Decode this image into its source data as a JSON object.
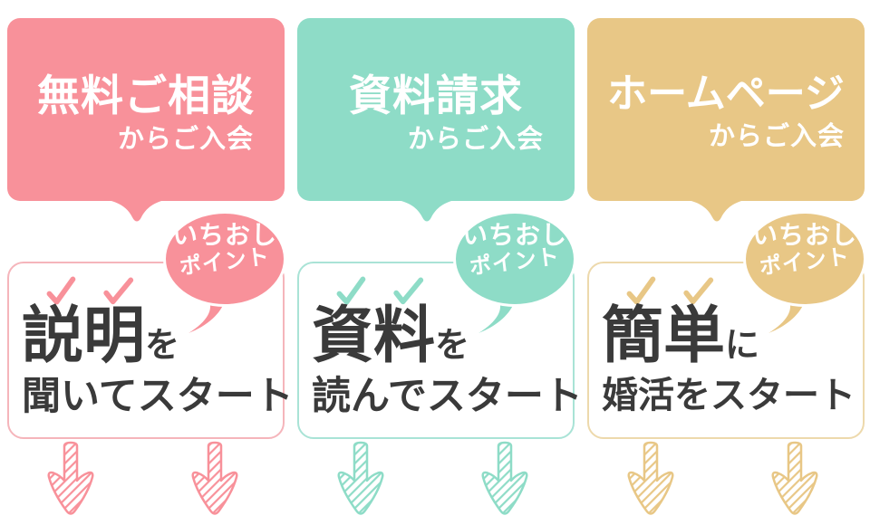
{
  "page": {
    "background": "#ffffff",
    "ink": "#3a3a3a"
  },
  "icons": {
    "check": "check-icon",
    "arrow_down": "arrow-down-icon",
    "speech_tail": "speech-tail-icon"
  },
  "columns": [
    {
      "id": "free-consultation",
      "theme": {
        "main": "#F8919A",
        "light": "#F5B5BB"
      },
      "bubble": {
        "title": "無料ご相談",
        "subtitle": "からご入会"
      },
      "badge": {
        "line1": "いちおし",
        "line2": "ポイント"
      },
      "card": {
        "lead": "説明",
        "particle": "を",
        "line2": "聞いてスタート"
      }
    },
    {
      "id": "document-request",
      "theme": {
        "main": "#8EDCC7",
        "light": "#A9E3D6"
      },
      "bubble": {
        "title": "資料請求",
        "subtitle": "からご入会"
      },
      "badge": {
        "line1": "いちおし",
        "line2": "ポイント"
      },
      "card": {
        "lead": "資料",
        "particle": "を",
        "line2": "読んでスタート"
      }
    },
    {
      "id": "homepage",
      "theme": {
        "main": "#E8C786",
        "light": "#EDD9AC"
      },
      "bubble": {
        "title": "ホームページ",
        "subtitle": "からご入会"
      },
      "badge": {
        "line1": "いちおし",
        "line2": "ポイント"
      },
      "card": {
        "lead": "簡単",
        "particle": "に",
        "line2": "婚活をスタート"
      }
    }
  ]
}
